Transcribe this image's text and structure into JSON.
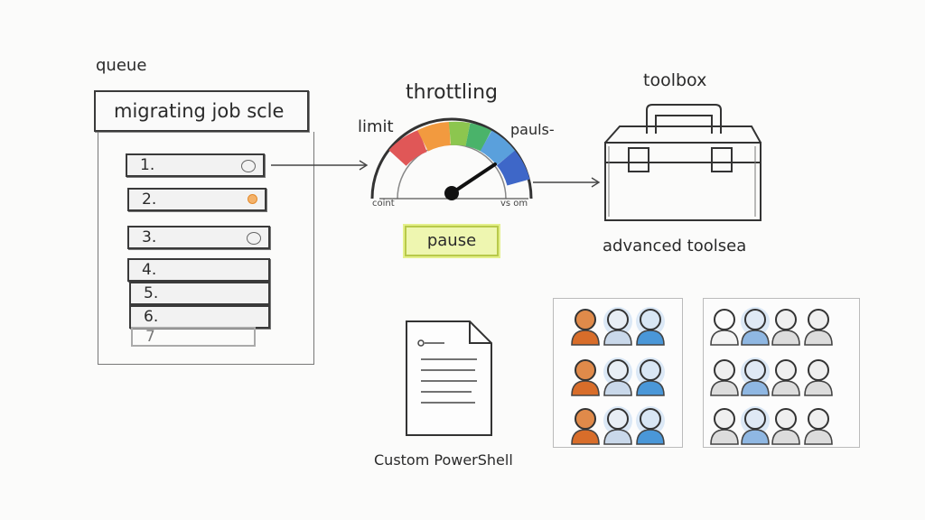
{
  "queue": {
    "label": "queue",
    "title": "migrating job scle",
    "rows": [
      "1.",
      "2.",
      "3.",
      "4.",
      "5.",
      "6.",
      "7"
    ]
  },
  "throttling": {
    "label": "throttling",
    "limit_label": "limit",
    "pause_top_label": "pauls-",
    "gauge_left_label": "coint",
    "gauge_right_label": "vs om",
    "pause_button": "pause"
  },
  "toolbox": {
    "label": "toolbox",
    "caption": "advanced toolsea"
  },
  "document": {
    "caption": "Custom PowerShell"
  },
  "colors": {
    "gauge": [
      "#e05757",
      "#f29a3f",
      "#8cc64f",
      "#4ab36a",
      "#5aa0dc",
      "#3e67c8"
    ],
    "pause_fill": "#eef6b0",
    "person_orange": "#d86d2a",
    "person_blue": "#4a97d8"
  }
}
